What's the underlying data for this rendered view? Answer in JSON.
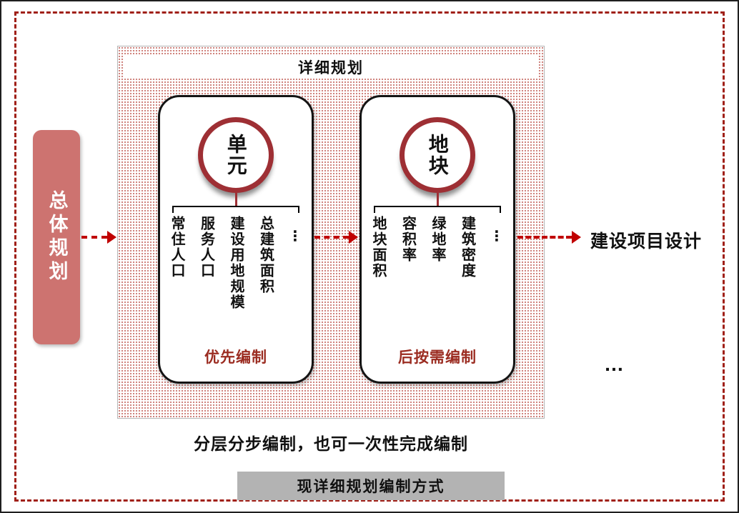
{
  "colors": {
    "accent_red": "#c00000",
    "dark_red": "#9e2f34",
    "salmon_block": "#cd7370",
    "hatch_dot": "#b2382e",
    "banner_gray": "#b3b3b3"
  },
  "master_block": {
    "label": "总体规划"
  },
  "panel": {
    "title": "详细规划",
    "units": [
      {
        "circle_label": "单元",
        "items": [
          "常住人口",
          "服务人口",
          "建设用地规模",
          "总建筑面积"
        ],
        "ellipsis": "⋮",
        "footer": "优先编制"
      },
      {
        "circle_label": "地块",
        "items": [
          "地块面积",
          "容积率",
          "绿地率",
          "建筑密度"
        ],
        "ellipsis": "⋮",
        "footer": "后按需编制"
      }
    ]
  },
  "right_label": "建设项目设计",
  "more_dots": "…",
  "note": "分层分步编制，也可一次性完成编制",
  "bottom_caption": "现详细规划编制方式"
}
